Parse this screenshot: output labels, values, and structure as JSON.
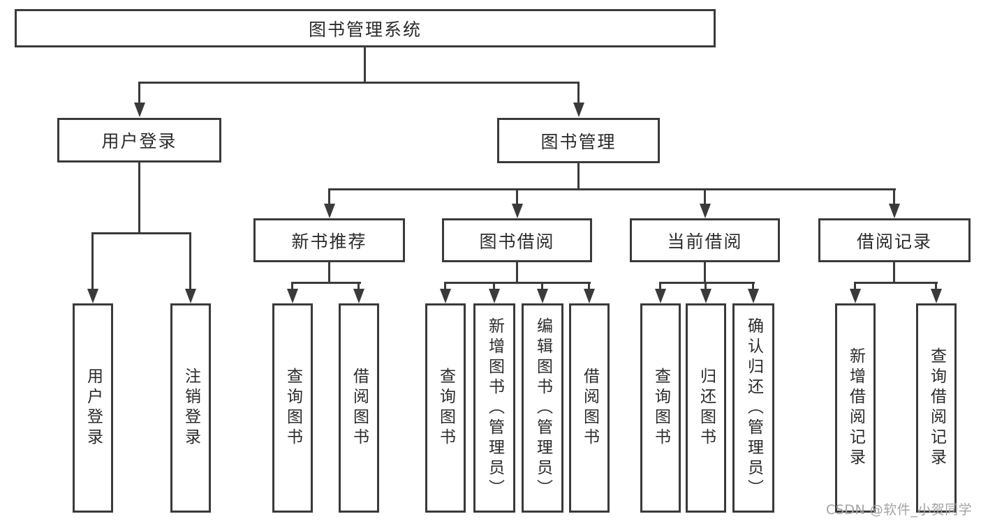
{
  "colors": {
    "line": "#3a3a3a",
    "text": "#2b2b2b",
    "background": "#ffffff",
    "watermark": "#a3a3a3"
  },
  "watermark": {
    "text": "CSDN @软件_小贺同学"
  },
  "tree": {
    "root": {
      "label": "图书管理系统",
      "children": [
        {
          "label": "用户登录",
          "children": [
            {
              "label": "用户登录"
            },
            {
              "label": "注销登录"
            }
          ]
        },
        {
          "label": "图书管理",
          "children": [
            {
              "label": "新书推荐",
              "children": [
                {
                  "label": "查询图书"
                },
                {
                  "label": "借阅图书"
                }
              ]
            },
            {
              "label": "图书借阅",
              "children": [
                {
                  "label": "查询图书"
                },
                {
                  "label": "新增图书（管理员）"
                },
                {
                  "label": "编辑图书（管理员）"
                },
                {
                  "label": "借阅图书"
                }
              ]
            },
            {
              "label": "当前借阅",
              "children": [
                {
                  "label": "查询图书"
                },
                {
                  "label": "归还图书"
                },
                {
                  "label": "确认归还（管理员）"
                }
              ]
            },
            {
              "label": "借阅记录",
              "children": [
                {
                  "label": "新增借阅记录"
                },
                {
                  "label": "查询借阅记录"
                }
              ]
            }
          ]
        }
      ]
    }
  }
}
